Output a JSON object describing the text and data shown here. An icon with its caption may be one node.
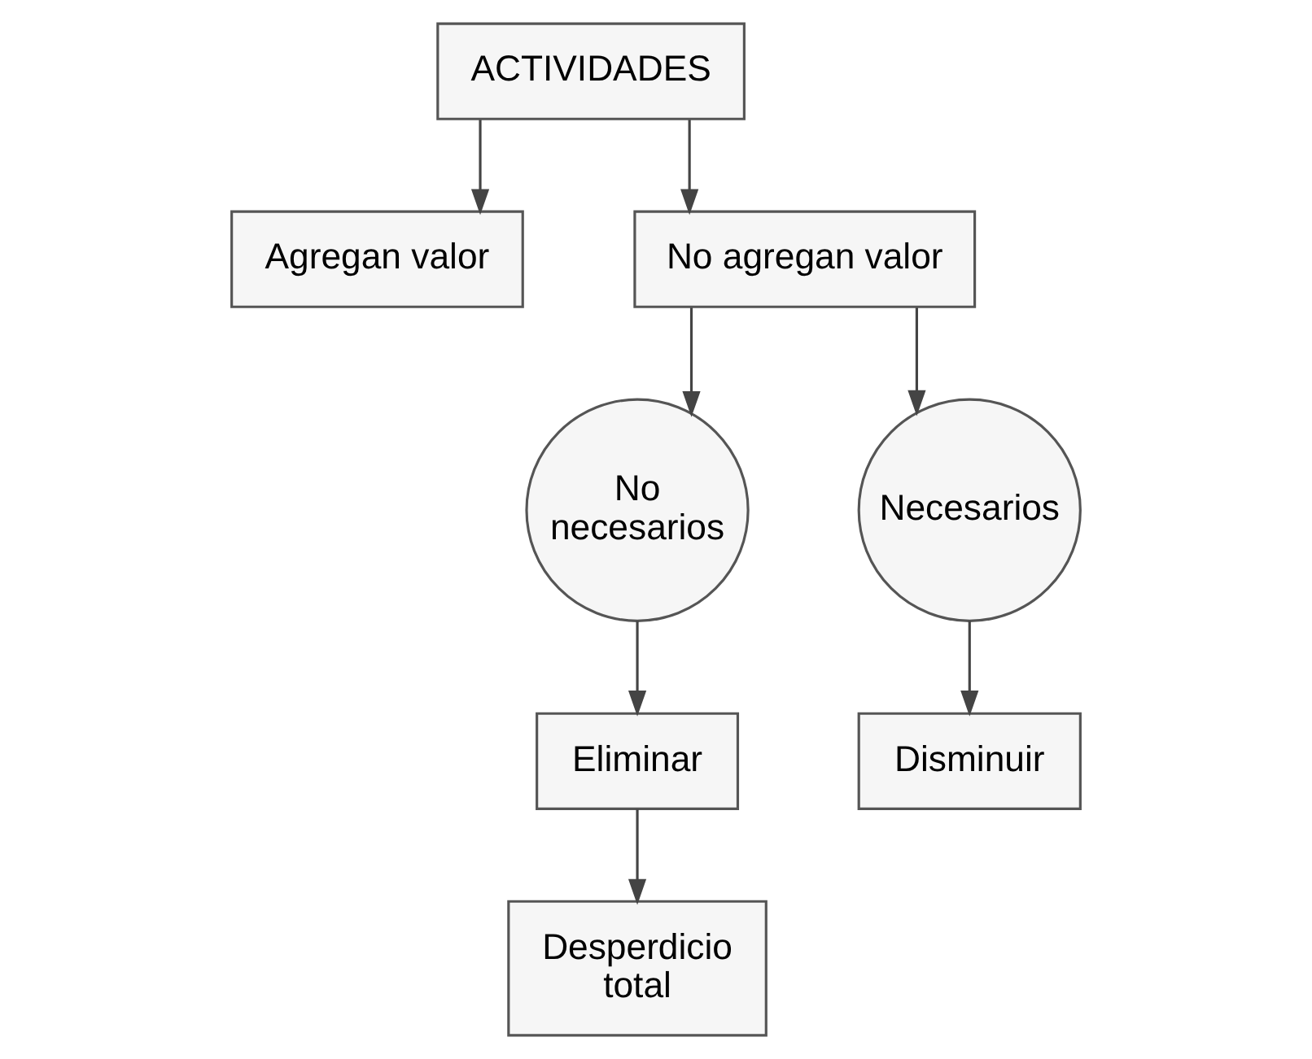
{
  "diagram": {
    "nodes": [
      {
        "text": [
          "ACTIVIDADES"
        ]
      },
      {
        "text": [
          "Agregan valor"
        ]
      },
      {
        "text": [
          "No agregan valor"
        ]
      },
      {
        "text": [
          "No necesarios"
        ]
      },
      {
        "text": [
          "Necesarios"
        ]
      },
      {
        "text": [
          "Eliminar"
        ]
      },
      {
        "text": [
          "Disminuir"
        ]
      },
      {
        "text": [
          "Desperdicio total"
        ]
      }
    ],
    "edges": [
      {
        "from": 0,
        "to": 1,
        "arrow": "to"
      },
      {
        "from": 0,
        "to": 2,
        "arrow": "to"
      },
      {
        "from": 2,
        "to": 3,
        "arrow": "to"
      },
      {
        "from": 2,
        "to": 4,
        "arrow": "to"
      },
      {
        "from": 3,
        "to": 5,
        "arrow": "to"
      },
      {
        "from": 4,
        "to": 6,
        "arrow": "to"
      },
      {
        "from": 5,
        "to": 7,
        "arrow": "to"
      }
    ]
  }
}
